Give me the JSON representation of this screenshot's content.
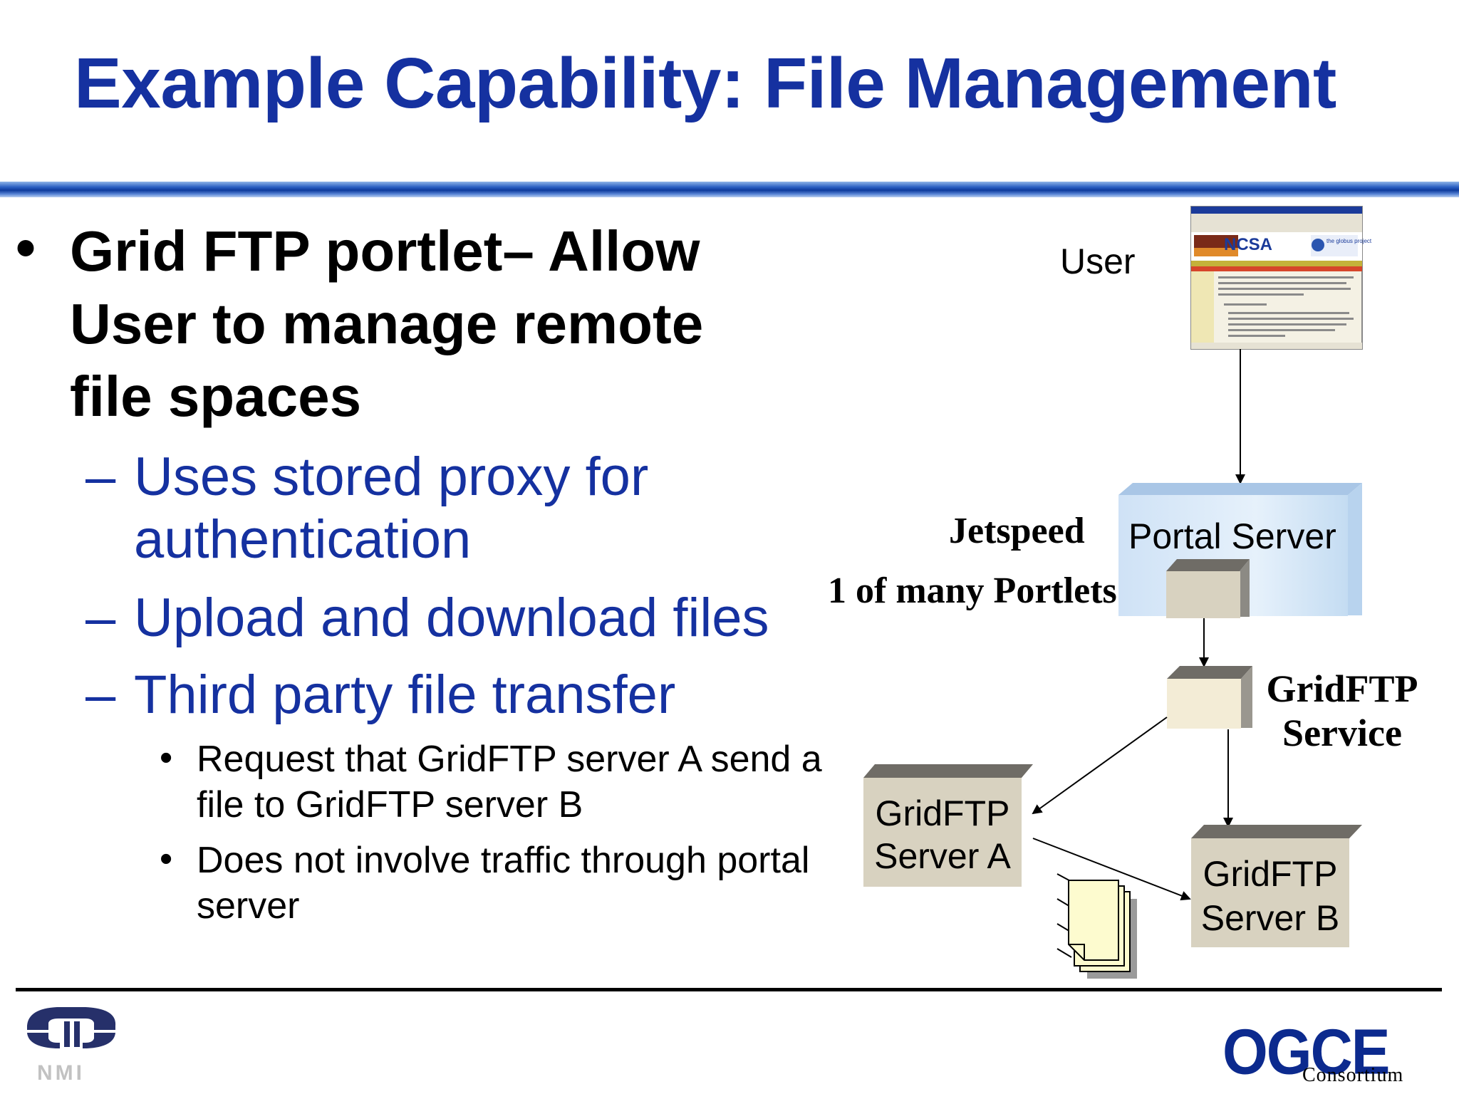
{
  "slide": {
    "title": "Example Capability: File Management",
    "main_bullet": {
      "marker": "•",
      "lines": [
        "Grid FTP portlet– Allow",
        "User to manage remote",
        "file spaces"
      ]
    },
    "sub_bullets": [
      {
        "dash": "–",
        "lines": [
          "Uses stored proxy for",
          "authentication"
        ]
      },
      {
        "dash": "–",
        "lines": [
          "Upload and download files"
        ]
      },
      {
        "dash": "–",
        "lines": [
          "Third party file transfer"
        ]
      }
    ],
    "sub_sub_bullets": [
      {
        "marker": "•",
        "lines": [
          "Request that GridFTP server A send a",
          "file to GridFTP server B"
        ]
      },
      {
        "marker": "•",
        "lines": [
          "Does not involve traffic through portal",
          "server"
        ]
      }
    ]
  },
  "diagram": {
    "user_label": "User",
    "jetspeed_label": "Jetspeed",
    "portal_server_label": "Portal Server",
    "portlets_label": "1 of many Portlets",
    "gridftp_service_label": [
      "GridFTP",
      "Service"
    ],
    "server_a_label": [
      "GridFTP",
      "Server A"
    ],
    "server_b_label": [
      "GridFTP",
      "Server B"
    ],
    "browser_thumbnail": {
      "logo_text": "NCSA",
      "globus_text": "the globus project"
    }
  },
  "footer": {
    "left_logo_text": "NMI",
    "right_logo_text": "OGCE",
    "right_logo_subtext": "Consortium"
  },
  "colors": {
    "title_blue": "#1531a0",
    "sub_blue": "#1531a0",
    "portal_box": "#d6e8f8",
    "stone_box": "#d8d2c0",
    "service_box": "#f3ecd6",
    "doc_fill": "#fdfbcf"
  }
}
